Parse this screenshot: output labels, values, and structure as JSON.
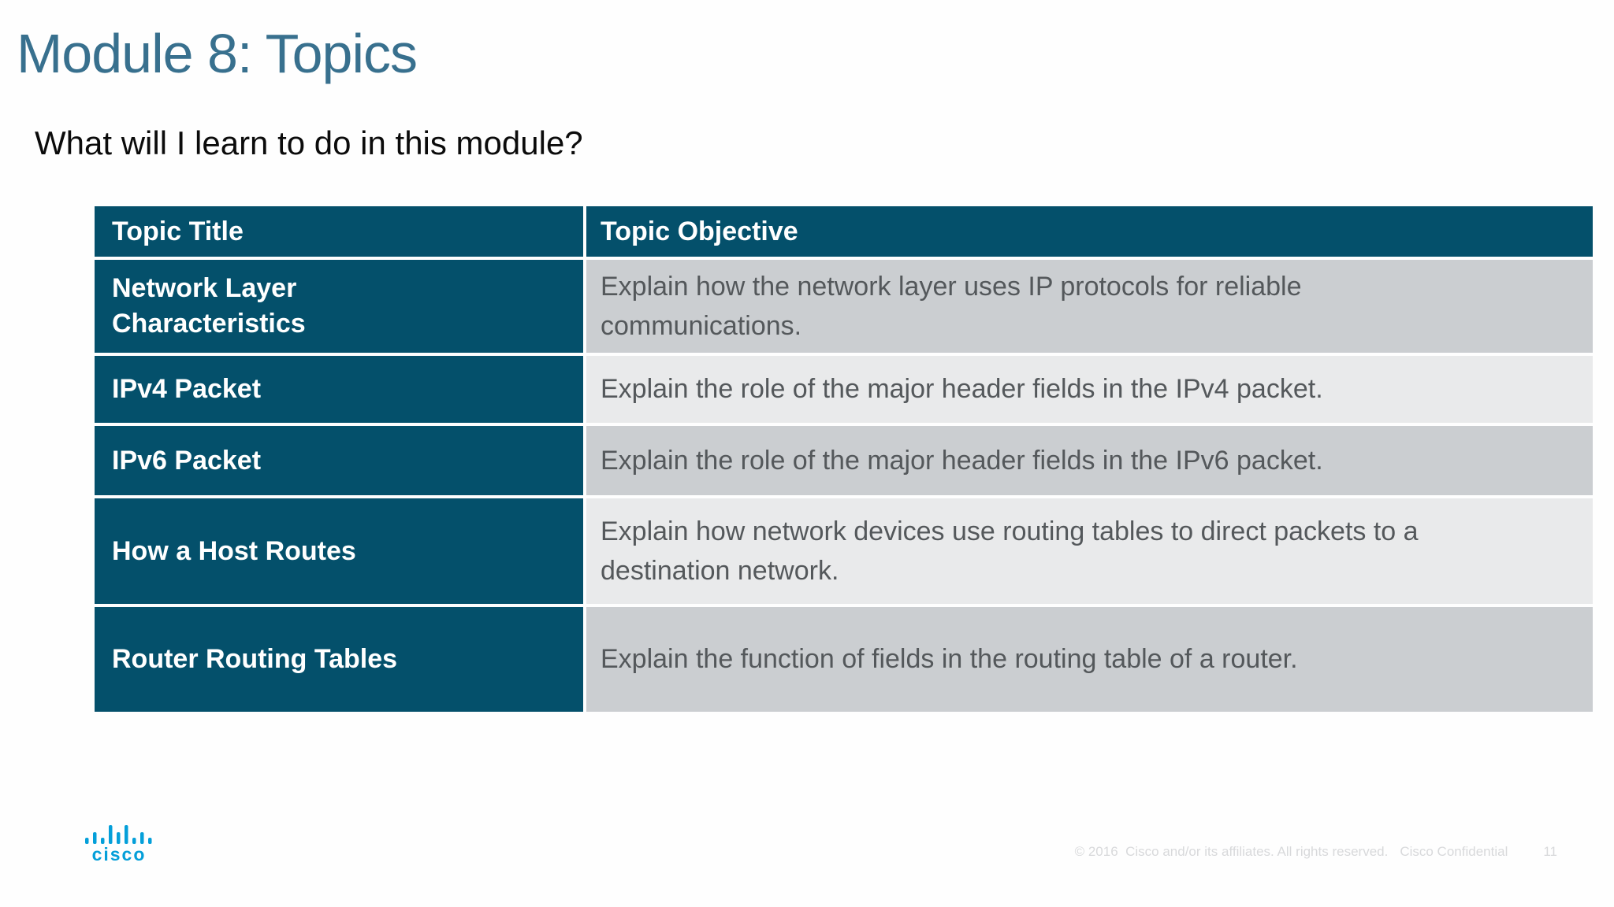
{
  "slide": {
    "title": "Module 8: Topics",
    "subtitle": "What will I learn to do in this module?"
  },
  "table": {
    "headers": [
      "Topic Title",
      "Topic Objective"
    ],
    "rows": [
      {
        "topic": "Network Layer Characteristics",
        "objective": "Explain how the network layer uses IP protocols for reliable communications."
      },
      {
        "topic": "IPv4 Packet",
        "objective": "Explain the role of the major header fields in the IPv4 packet."
      },
      {
        "topic": "IPv6 Packet",
        "objective": "Explain the role of the major header fields in the IPv6 packet."
      },
      {
        "topic": "How a Host Routes",
        "objective": "Explain how network devices use routing tables to direct packets to a destination network."
      },
      {
        "topic": "Router Routing Tables",
        "objective": "Explain the function of fields in the routing table of a router."
      }
    ]
  },
  "footer": {
    "logo_text": "cisco",
    "copyright": "© 2016  Cisco and/or its affiliates. All rights reserved.",
    "confidential": "Cisco Confidential",
    "page_number": "11"
  },
  "colors": {
    "teal": "#04506B",
    "title": "#38708E",
    "row-dark": "#cbced1",
    "row-light": "#e9eaeb",
    "objective-text": "#54585b",
    "cisco-blue": "#049fd9",
    "footer-text": "#d8d9db"
  }
}
